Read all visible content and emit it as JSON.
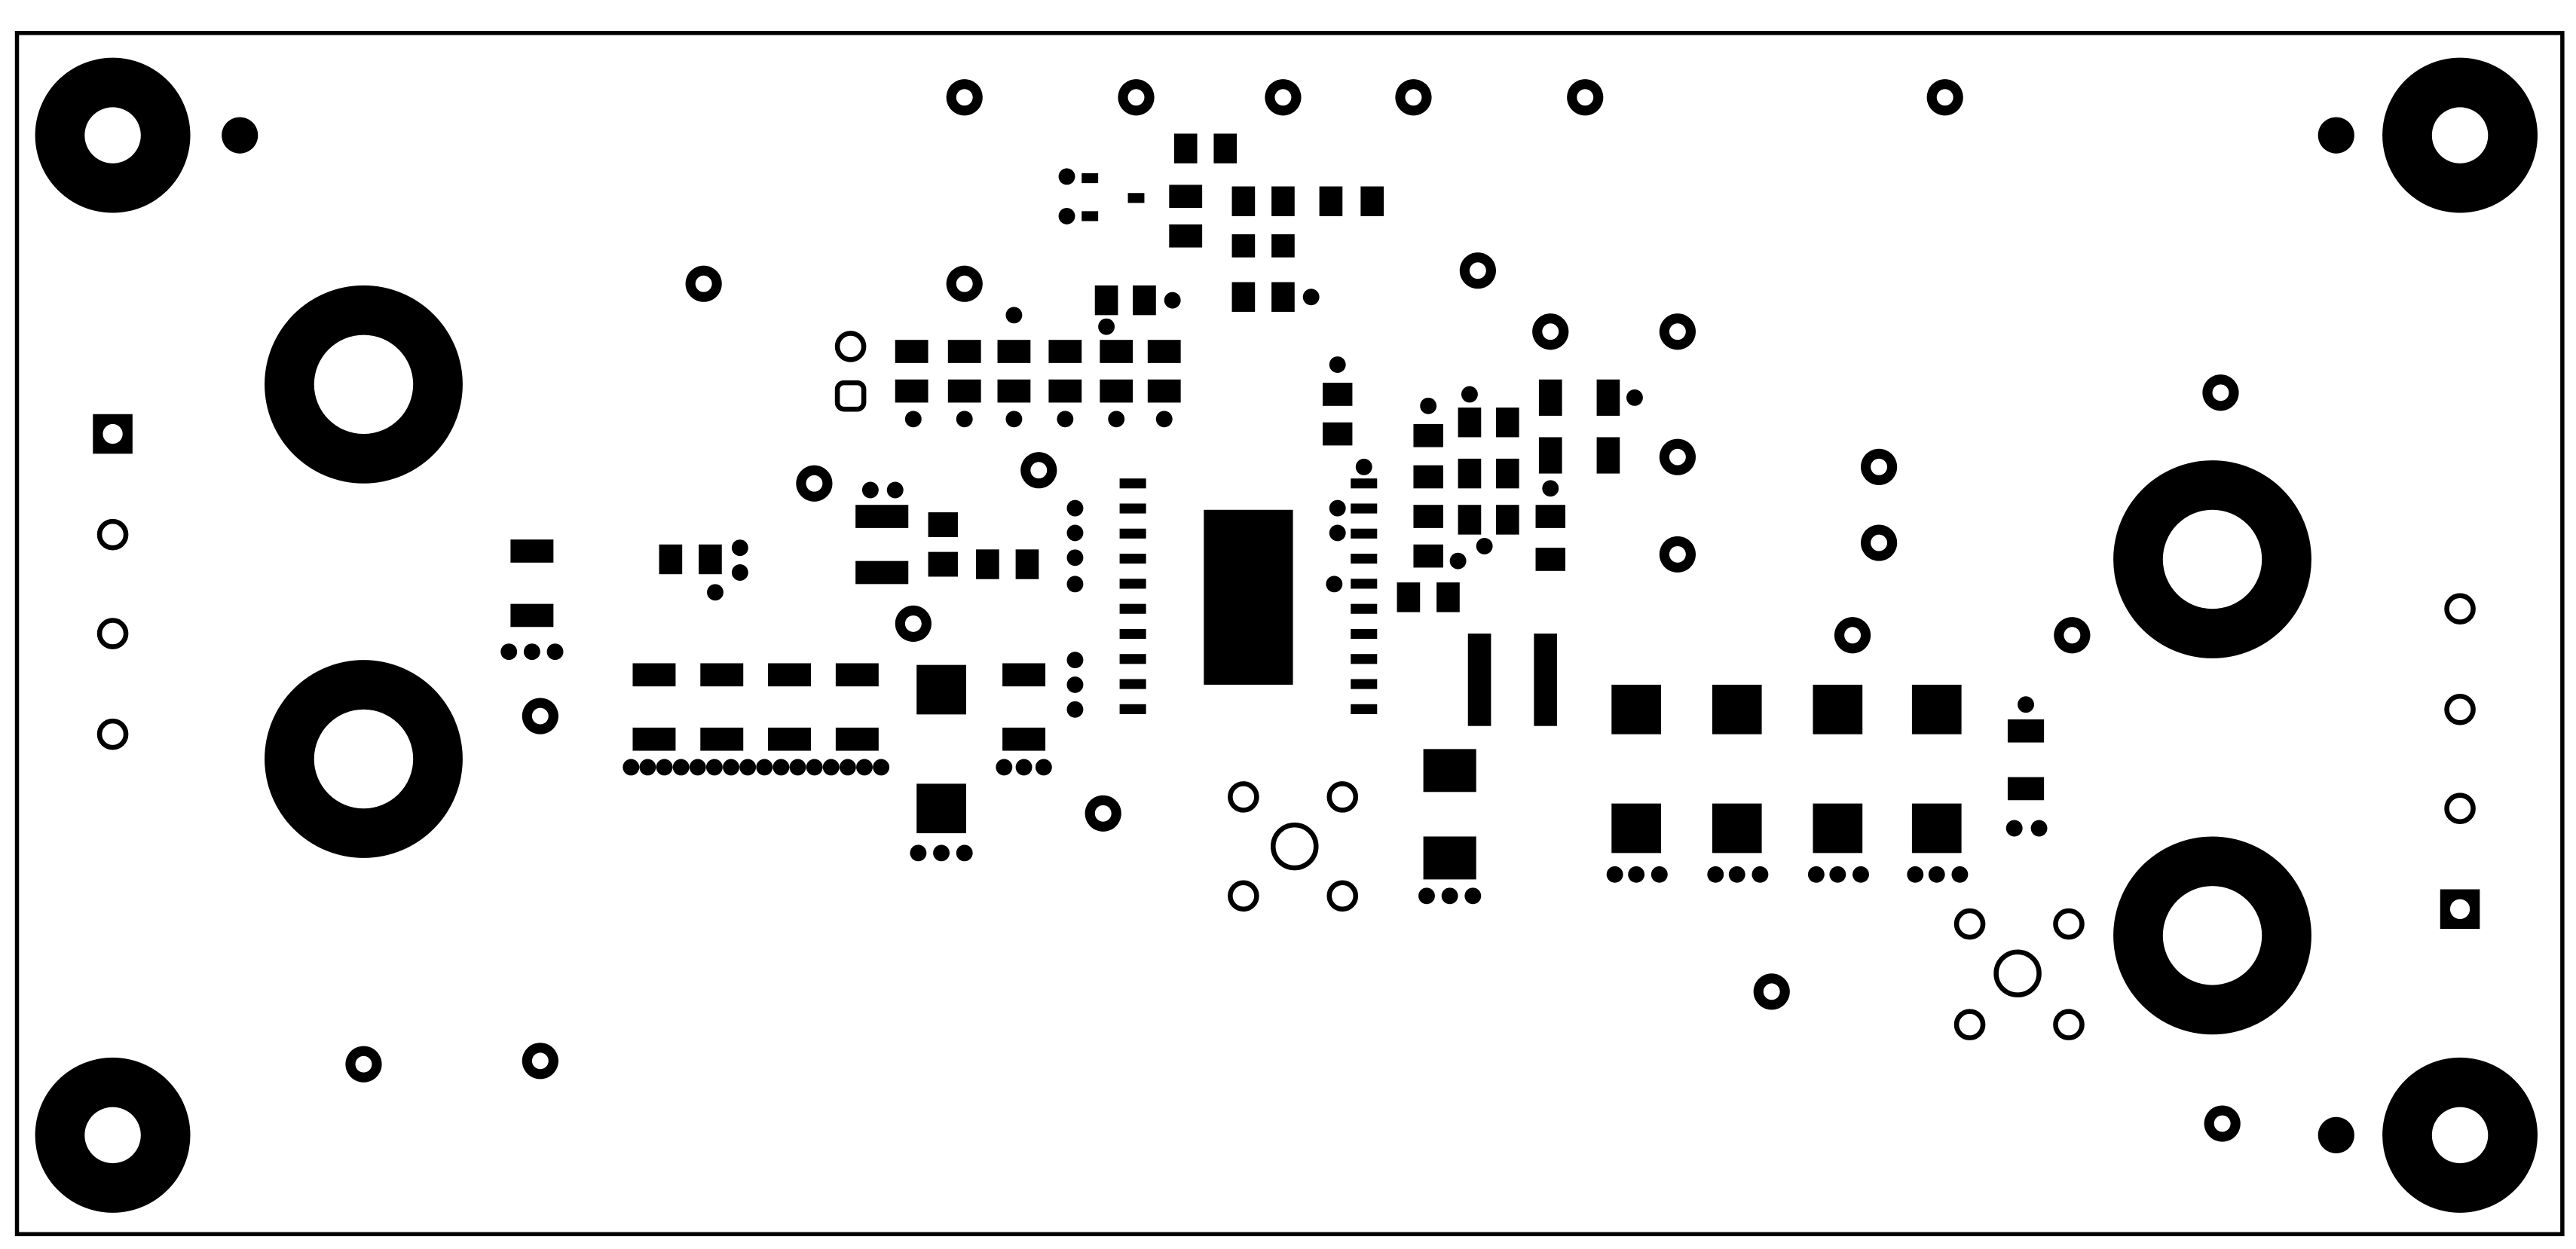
{
  "view": "pcb-pad-layout",
  "colors": {
    "pads": "#000000",
    "background": "#ffffff",
    "outline": "#000000"
  },
  "features": {
    "mounting_holes": 4,
    "large_through_holes": 4,
    "ic_pins_per_side": 10
  }
}
